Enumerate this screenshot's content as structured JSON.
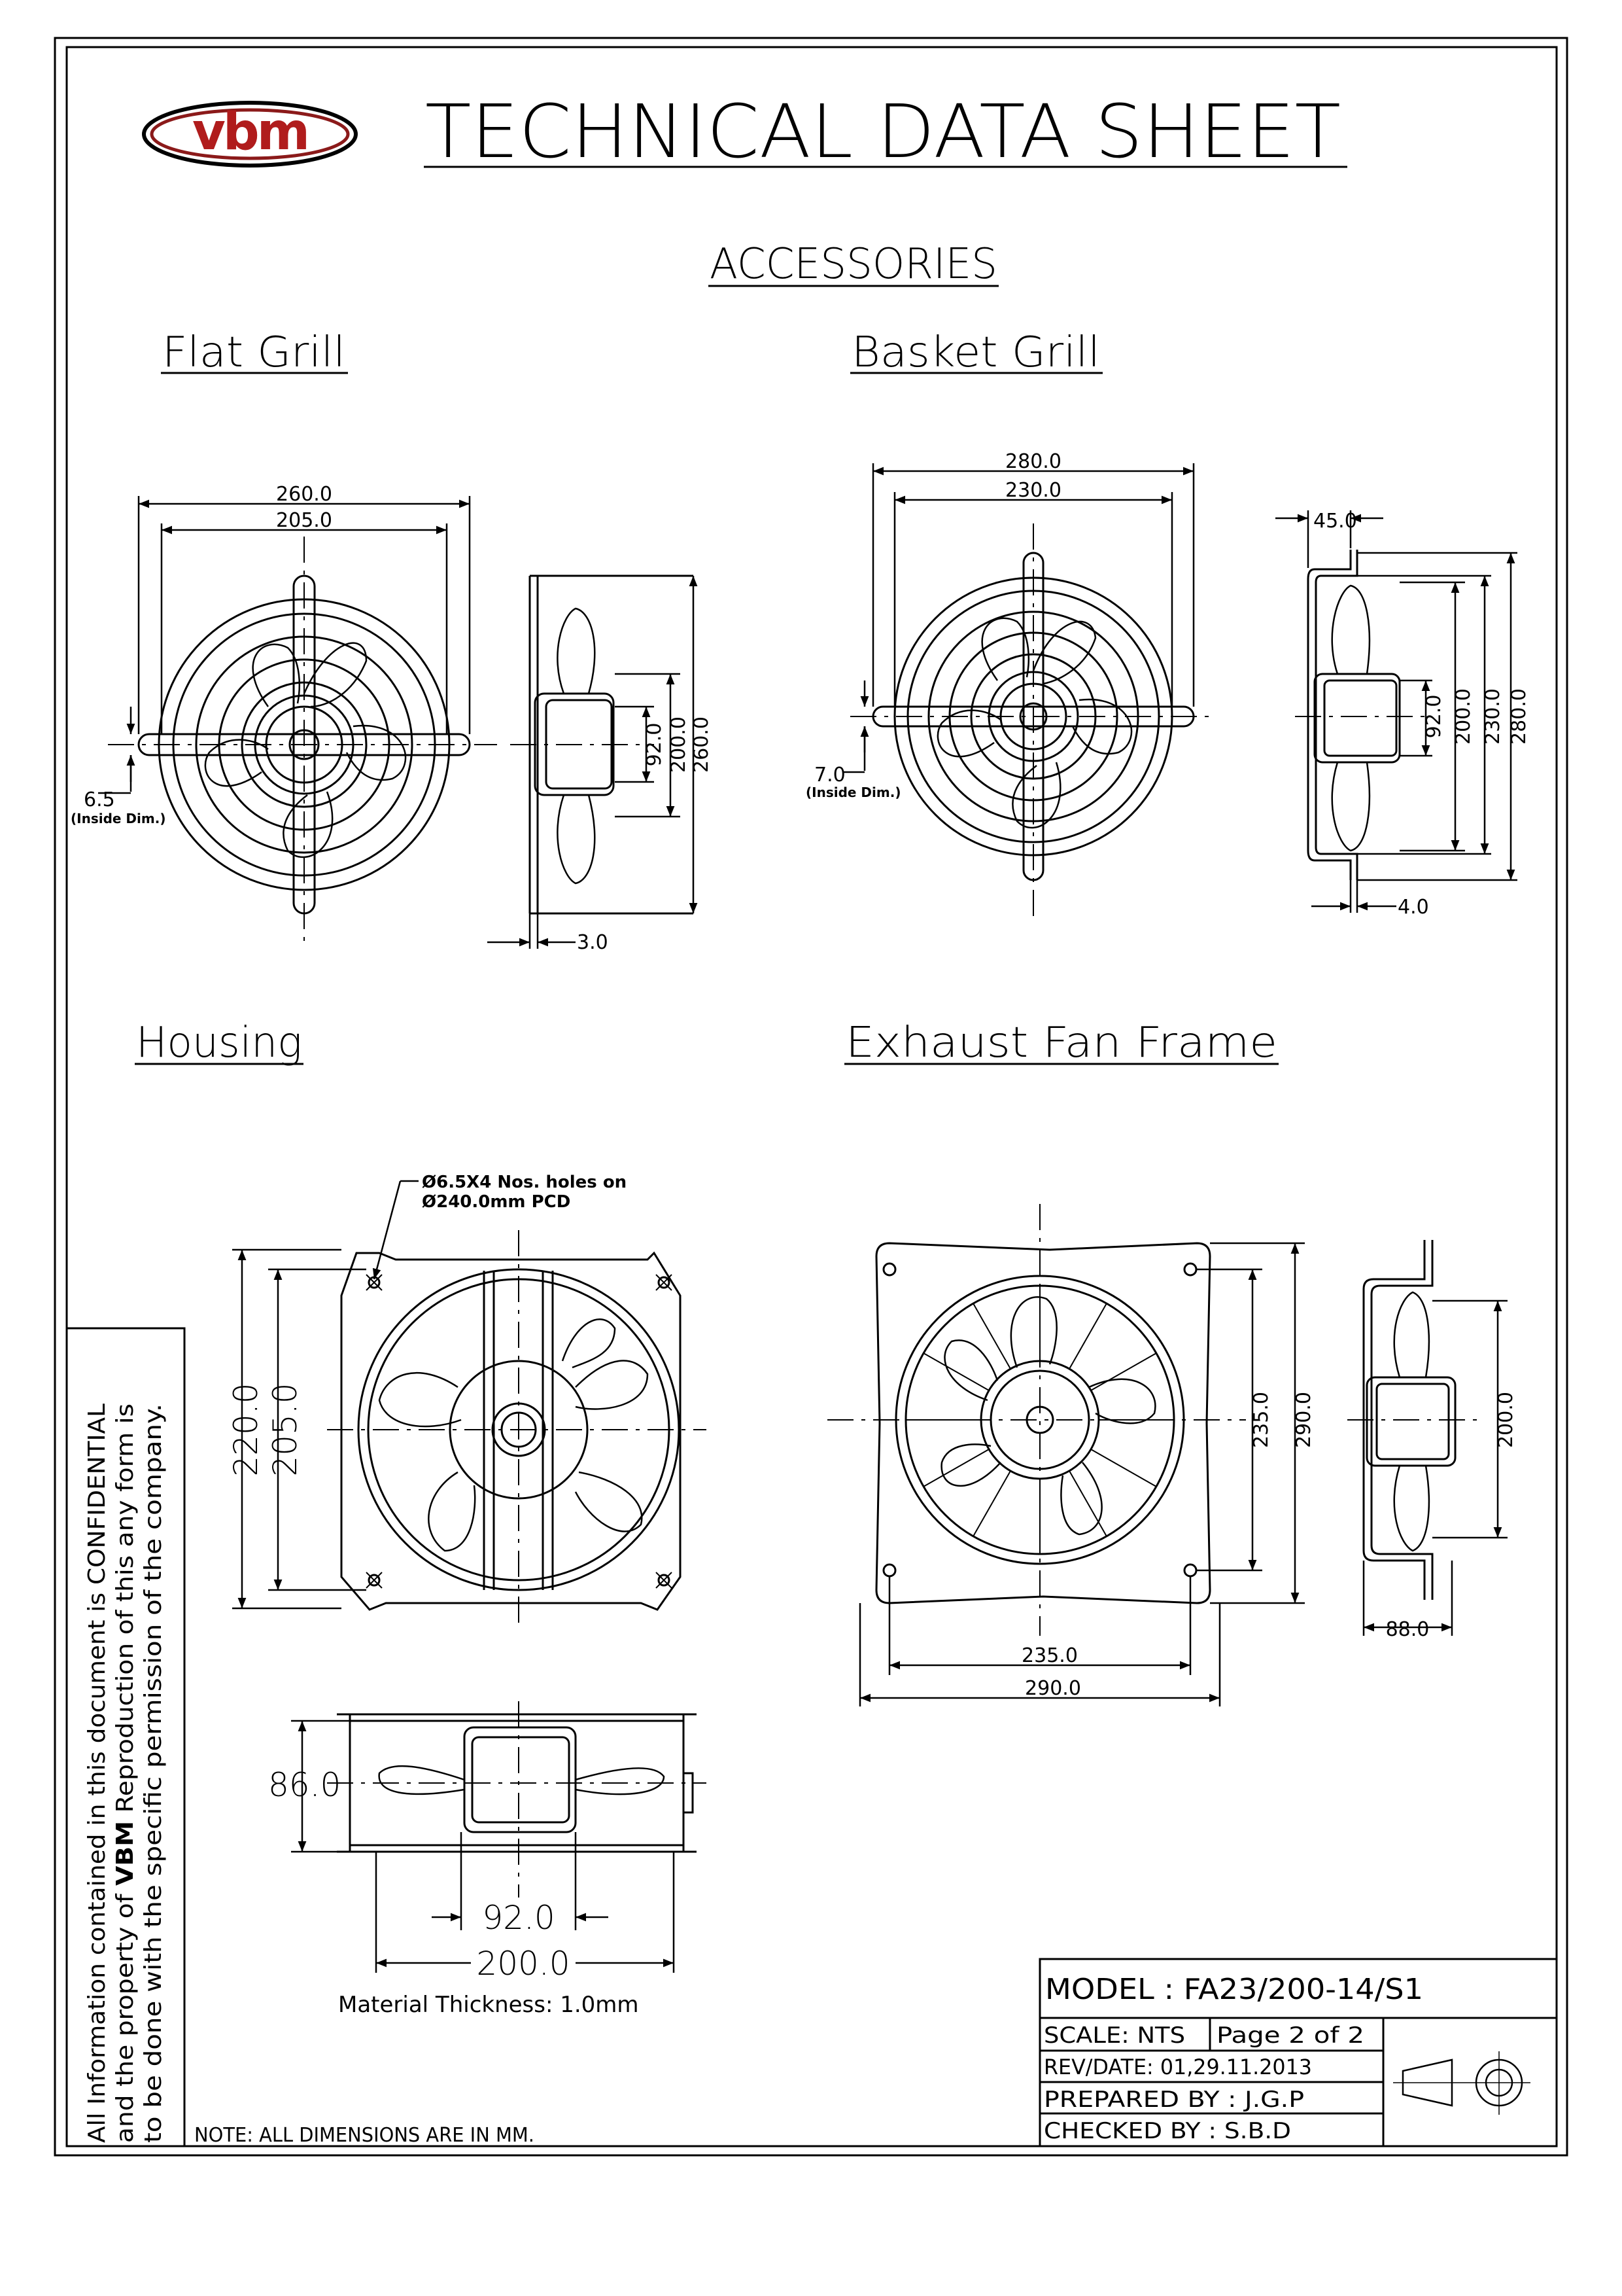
{
  "header": {
    "logo_text": "vbm",
    "title": "TECHNICAL DATA SHEET",
    "section_title": "ACCESSORIES"
  },
  "sections": {
    "flat_grill": {
      "title": "Flat Grill",
      "dims": {
        "overall": "260.0",
        "inner": "205.0",
        "side_92": "92.0",
        "side_200": "200.0",
        "side_260": "260.0",
        "thickness": "3.0",
        "hole": "6.5",
        "hole_note": "(Inside Dim.)"
      }
    },
    "basket_grill": {
      "title": "Basket Grill",
      "dims": {
        "overall": "280.0",
        "inner": "230.0",
        "depth": "45.0",
        "side_92": "92.0",
        "side_200": "200.0",
        "side_230": "230.0",
        "side_280": "280.0",
        "thickness": "4.0",
        "hole": "7.0",
        "hole_note": "(Inside Dim.)"
      }
    },
    "housing": {
      "title": "Housing",
      "hole_note_1": "Ø6.5X4 Nos. holes on",
      "hole_note_2": "Ø240.0mm PCD",
      "dims": {
        "h220": "220.0",
        "h205": "205.0",
        "depth": "86.0",
        "d92": "92.0",
        "d200": "200.0"
      },
      "material_note": "Material Thickness: 1.0mm"
    },
    "exhaust_frame": {
      "title": "Exhaust Fan Frame",
      "dims": {
        "v235": "235.0",
        "v290": "290.0",
        "side_200": "200.0",
        "h235": "235.0",
        "h290": "290.0",
        "depth": "88.0"
      }
    }
  },
  "side_note": {
    "line1": "All Information contained in this document is CONFIDENTIAL",
    "line2_a": "and the property of ",
    "line2_b": "VBM",
    "line2_c": " Reproduction of this any form is",
    "line3": "to be done with the specific permission of the company."
  },
  "footer_note": "NOTE: ALL DIMENSIONS ARE IN MM.",
  "title_block": {
    "model": "MODEL : FA23/200-14/S1",
    "scale": "SCALE: NTS",
    "page": "Page 2 of 2",
    "rev": "REV/DATE: 01,29.11.2013",
    "prepared": "PREPARED BY : J.G.P",
    "checked": "CHECKED BY : S.B.D"
  }
}
